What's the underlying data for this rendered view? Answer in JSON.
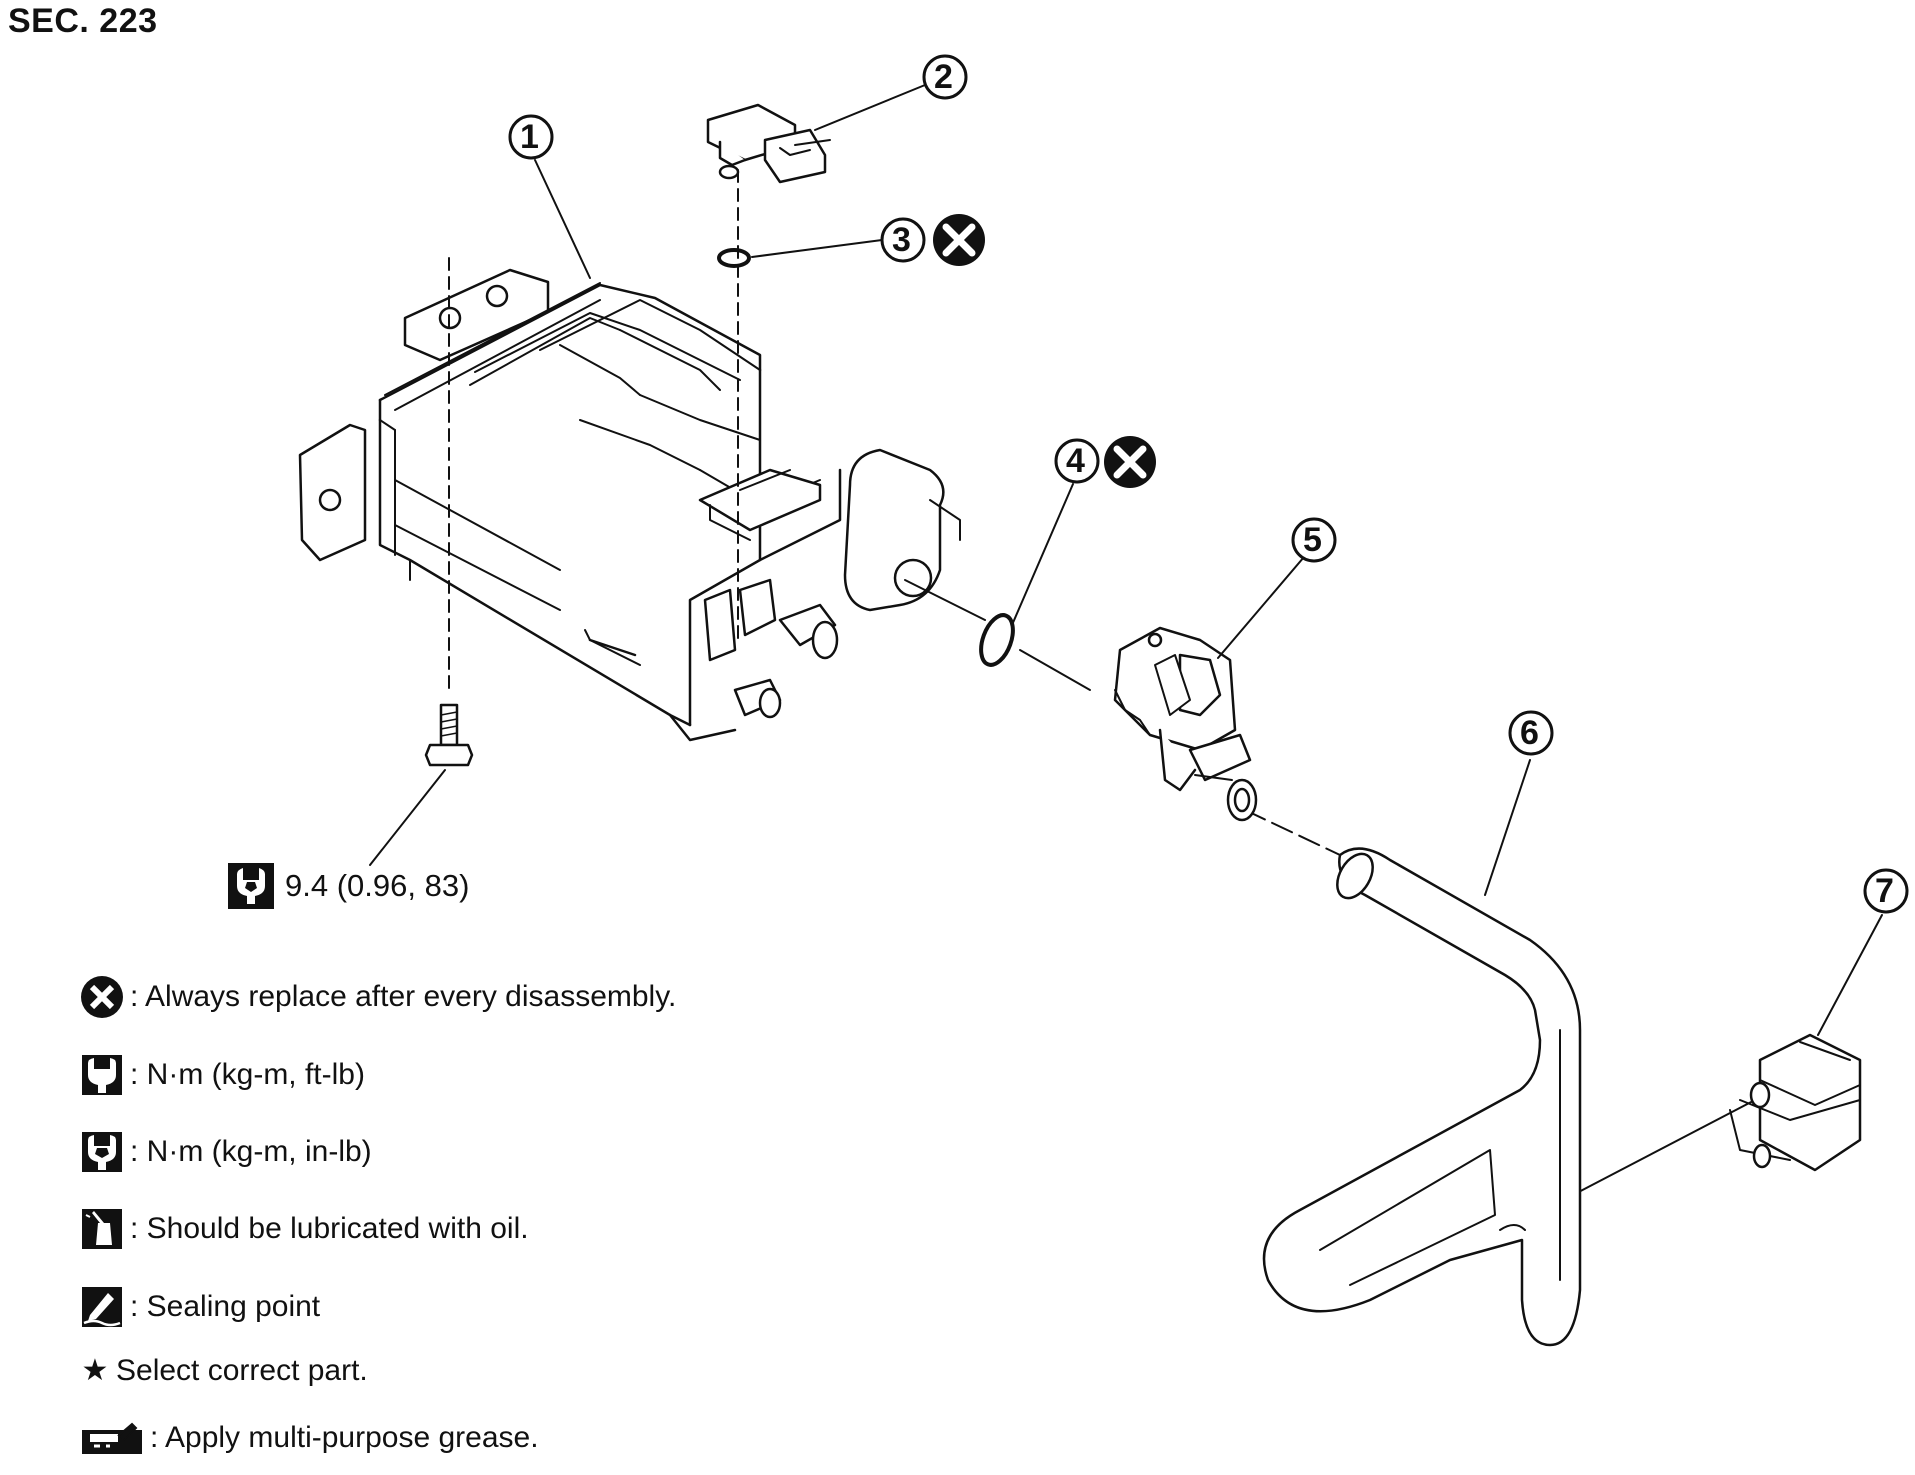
{
  "section": "SEC. 223",
  "parts": [
    {
      "num": "1"
    },
    {
      "num": "2"
    },
    {
      "num": "3",
      "replace": true
    },
    {
      "num": "4",
      "replace": true
    },
    {
      "num": "5"
    },
    {
      "num": "6"
    },
    {
      "num": "7"
    }
  ],
  "torque_spec": {
    "icon": "wrench-torque-in-lb-icon",
    "value": "9.4 (0.96, 83)"
  },
  "legend": [
    {
      "icon": "always-replace-icon",
      "text": ": Always replace after every disassembly."
    },
    {
      "icon": "torque-ft-lb-icon",
      "text": ": N·m (kg-m, ft-lb)"
    },
    {
      "icon": "torque-in-lb-icon",
      "text": ": N·m (kg-m, in-lb)"
    },
    {
      "icon": "oil-can-icon",
      "text": ": Should be lubricated with oil."
    },
    {
      "icon": "sealing-point-icon",
      "text": ": Sealing point"
    },
    {
      "icon": "star-icon",
      "text": "Select correct part."
    },
    {
      "icon": "grease-gun-icon",
      "text": ": Apply multi-purpose grease."
    }
  ]
}
